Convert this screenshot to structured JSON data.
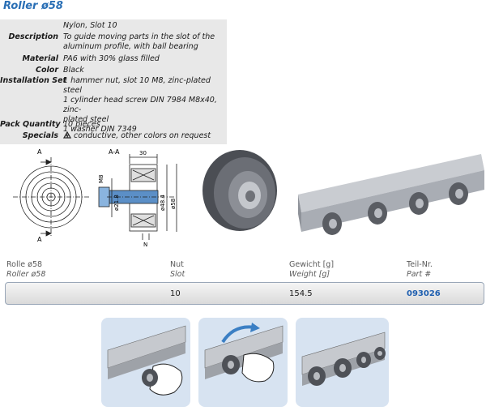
{
  "title": "Roller ø58",
  "specs": [
    {
      "key": "",
      "value": [
        "Nylon, Slot 10"
      ]
    },
    {
      "key": "Description",
      "value": [
        "To guide moving parts in the slot of the",
        "aluminum profile, with ball bearing"
      ]
    },
    {
      "key": "Material",
      "value": [
        "PA6 with 30% glass filled"
      ]
    },
    {
      "key": "Color",
      "value": [
        "Black"
      ]
    },
    {
      "key": "Installation Set",
      "value": [
        "1 hammer nut, slot 10 M8, zinc-plated steel",
        "1 cylinder head screw DIN 7984 M8x40, zinc-",
        "plated steel",
        "1 washer DIN 7349"
      ]
    },
    {
      "key": "Pack Quantity",
      "value": [
        "10 pieces"
      ]
    },
    {
      "key": "Specials",
      "value": [
        "conductive, other colors on request"
      ]
    }
  ],
  "drawing": {
    "section_a_top": "A",
    "section_a_bottom": "A",
    "section_aa": "A-A",
    "dim_30": "30",
    "dim_m8": "M8",
    "dim_218": "ø21.8",
    "dim_484": "ø48.4",
    "dim_58": "ø58",
    "dim_n": "N"
  },
  "table": {
    "headers": [
      {
        "de": "Rolle ø58",
        "en": "Roller ø58"
      },
      {
        "de": "Nut",
        "en": "Slot"
      },
      {
        "de": "Gewicht [g]",
        "en": "Weight [g]"
      },
      {
        "de": "Teil-Nr.",
        "en": "Part #"
      }
    ],
    "row": {
      "slot": "10",
      "weight": "154.5",
      "part": "093026"
    }
  },
  "colors": {
    "title": "#2a6fb5",
    "part": "#1f5fb0",
    "spec_bg": "#e8e8e8"
  }
}
